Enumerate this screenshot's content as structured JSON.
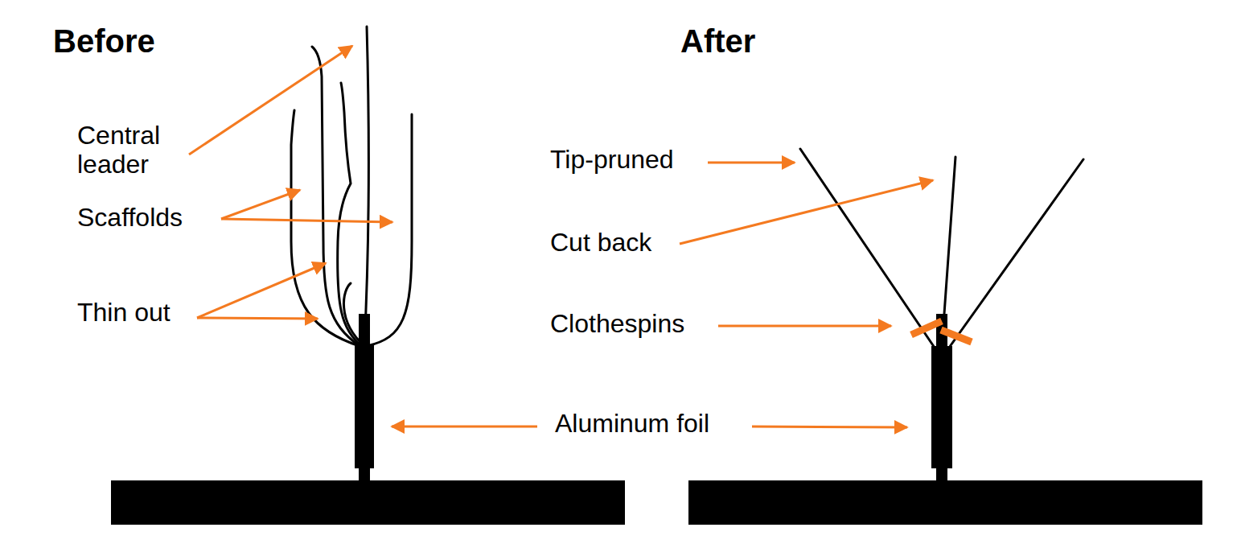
{
  "diagram": {
    "labels": [
      "Before",
      "After",
      "Central leader",
      "Scaffolds",
      "Thin out",
      "Tip-pruned",
      "Cut back",
      "Clothespins",
      "Aluminum foil"
    ]
  }
}
